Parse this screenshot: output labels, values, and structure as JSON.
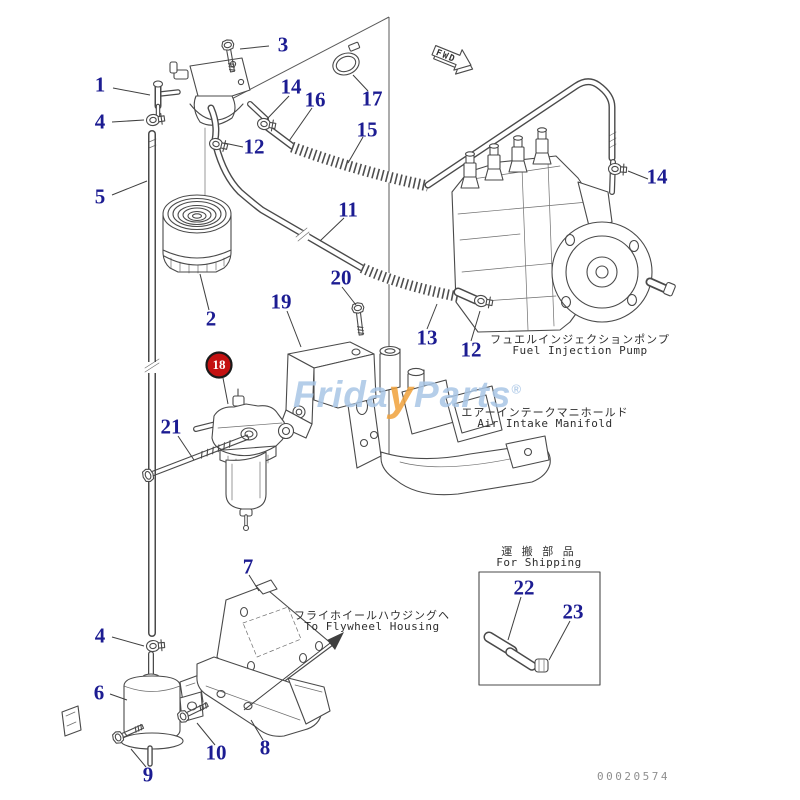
{
  "doc_number": "00020574",
  "fwd_label": "FWD",
  "watermark": {
    "left": "Frida",
    "accent": "y",
    "right": "Parts",
    "registered": "®",
    "blue": "#a9c6e6",
    "orange": "#f0a23c"
  },
  "colors": {
    "callout_navy": "#1c1c92",
    "highlight_red": "#c41111",
    "line": "#4a4a4a",
    "doc_gray": "#8f8f8f"
  },
  "callouts": {
    "n1": "1",
    "n2": "2",
    "n3": "3",
    "n4_top": "4",
    "n4_bottom": "4",
    "n5": "5",
    "n6": "6",
    "n7": "7",
    "n8": "8",
    "n9": "9",
    "n10": "10",
    "n11": "11",
    "n12_top": "12",
    "n12_right": "12",
    "n13": "13",
    "n14_top": "14",
    "n14_right": "14",
    "n15": "15",
    "n16": "16",
    "n17": "17",
    "n18": "18",
    "n19": "19",
    "n20": "20",
    "n21": "21",
    "n22": "22",
    "n23": "23"
  },
  "annotations": {
    "fuel_injection_pump_jp": "フュエルインジェクションポンプ",
    "fuel_injection_pump_en": "Fuel Injection Pump",
    "air_intake_manifold_jp": "エアーインテークマニホールド",
    "air_intake_manifold_en": "Air Intake Manifold",
    "to_flywheel_housing_jp": "フライホイールハウジングヘ",
    "to_flywheel_housing_en": "To Flywheel Housing",
    "for_shipping_jp": "運 搬 部 品",
    "for_shipping_en": "For Shipping"
  }
}
